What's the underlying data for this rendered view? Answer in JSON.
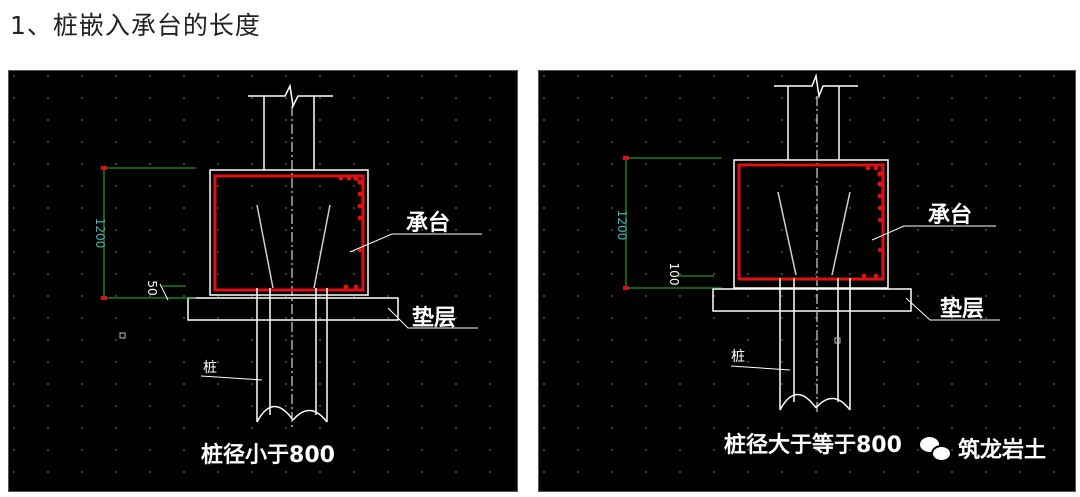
{
  "heading": "1、桩嵌入承台的长度",
  "left_panel": {
    "dim_height": "1200",
    "dim_small": "50",
    "label_cap": "承台",
    "label_cushion": "垫层",
    "label_pile": "桩",
    "caption": "桩径小于800"
  },
  "right_panel": {
    "dim_height": "1200",
    "dim_small": "100",
    "label_cap": "承台",
    "label_cushion": "垫层",
    "label_pile": "桩",
    "caption": "桩径大于等于800"
  },
  "watermark": {
    "icon": "wechat-icon",
    "text": "筑龙岩土"
  },
  "colors": {
    "background": "#000000",
    "outline": "#ffffff",
    "rebar": "#e01010",
    "dimension": "#22c022",
    "dim_text": "#3fb6b6"
  }
}
